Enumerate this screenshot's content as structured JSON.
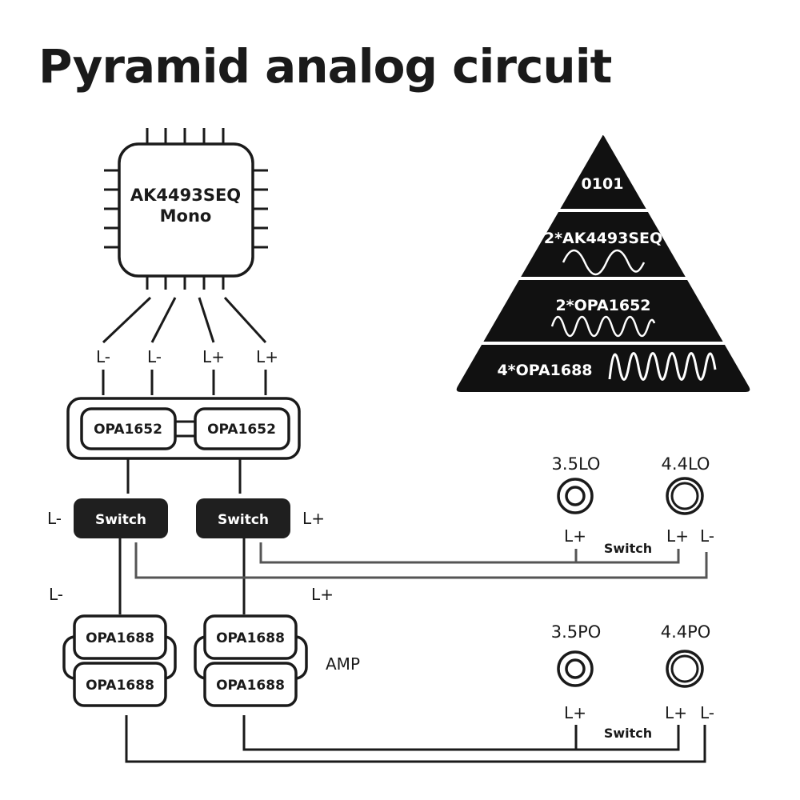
{
  "title": "Pyramid analog circuit",
  "dac_chip": {
    "line1": "AK4493SEQ",
    "line2": "Mono"
  },
  "dac_outputs": [
    "L-",
    "L-",
    "L+",
    "L+"
  ],
  "opamp_stage": [
    "OPA1652",
    "OPA1652"
  ],
  "switches": [
    {
      "label": "Switch",
      "side_label": "L-"
    },
    {
      "label": "Switch",
      "side_label": "L+"
    }
  ],
  "wire_labels": {
    "left": "L-",
    "right": "L+"
  },
  "amp_stage": {
    "left": [
      "OPA1688",
      "OPA1688"
    ],
    "right": [
      "OPA1688",
      "OPA1688"
    ],
    "label": "AMP"
  },
  "line_out": {
    "jacks": [
      "3.5LO",
      "4.4LO"
    ],
    "pins": [
      "L+",
      "L+",
      "L-"
    ],
    "switch_label": "Switch"
  },
  "phone_out": {
    "jacks": [
      "3.5PO",
      "4.4PO"
    ],
    "pins": [
      "L+",
      "L+",
      "L-"
    ],
    "switch_label": "Switch"
  },
  "pyramid": [
    "0101",
    "2*AK4493SEQ",
    "2*OPA1652",
    "4*OPA1688"
  ],
  "colors": {
    "ink": "#1a1a1a",
    "pyramid_fill": "#111111",
    "switch_fill": "#1f1f1f",
    "grey_wire": "#555555"
  }
}
